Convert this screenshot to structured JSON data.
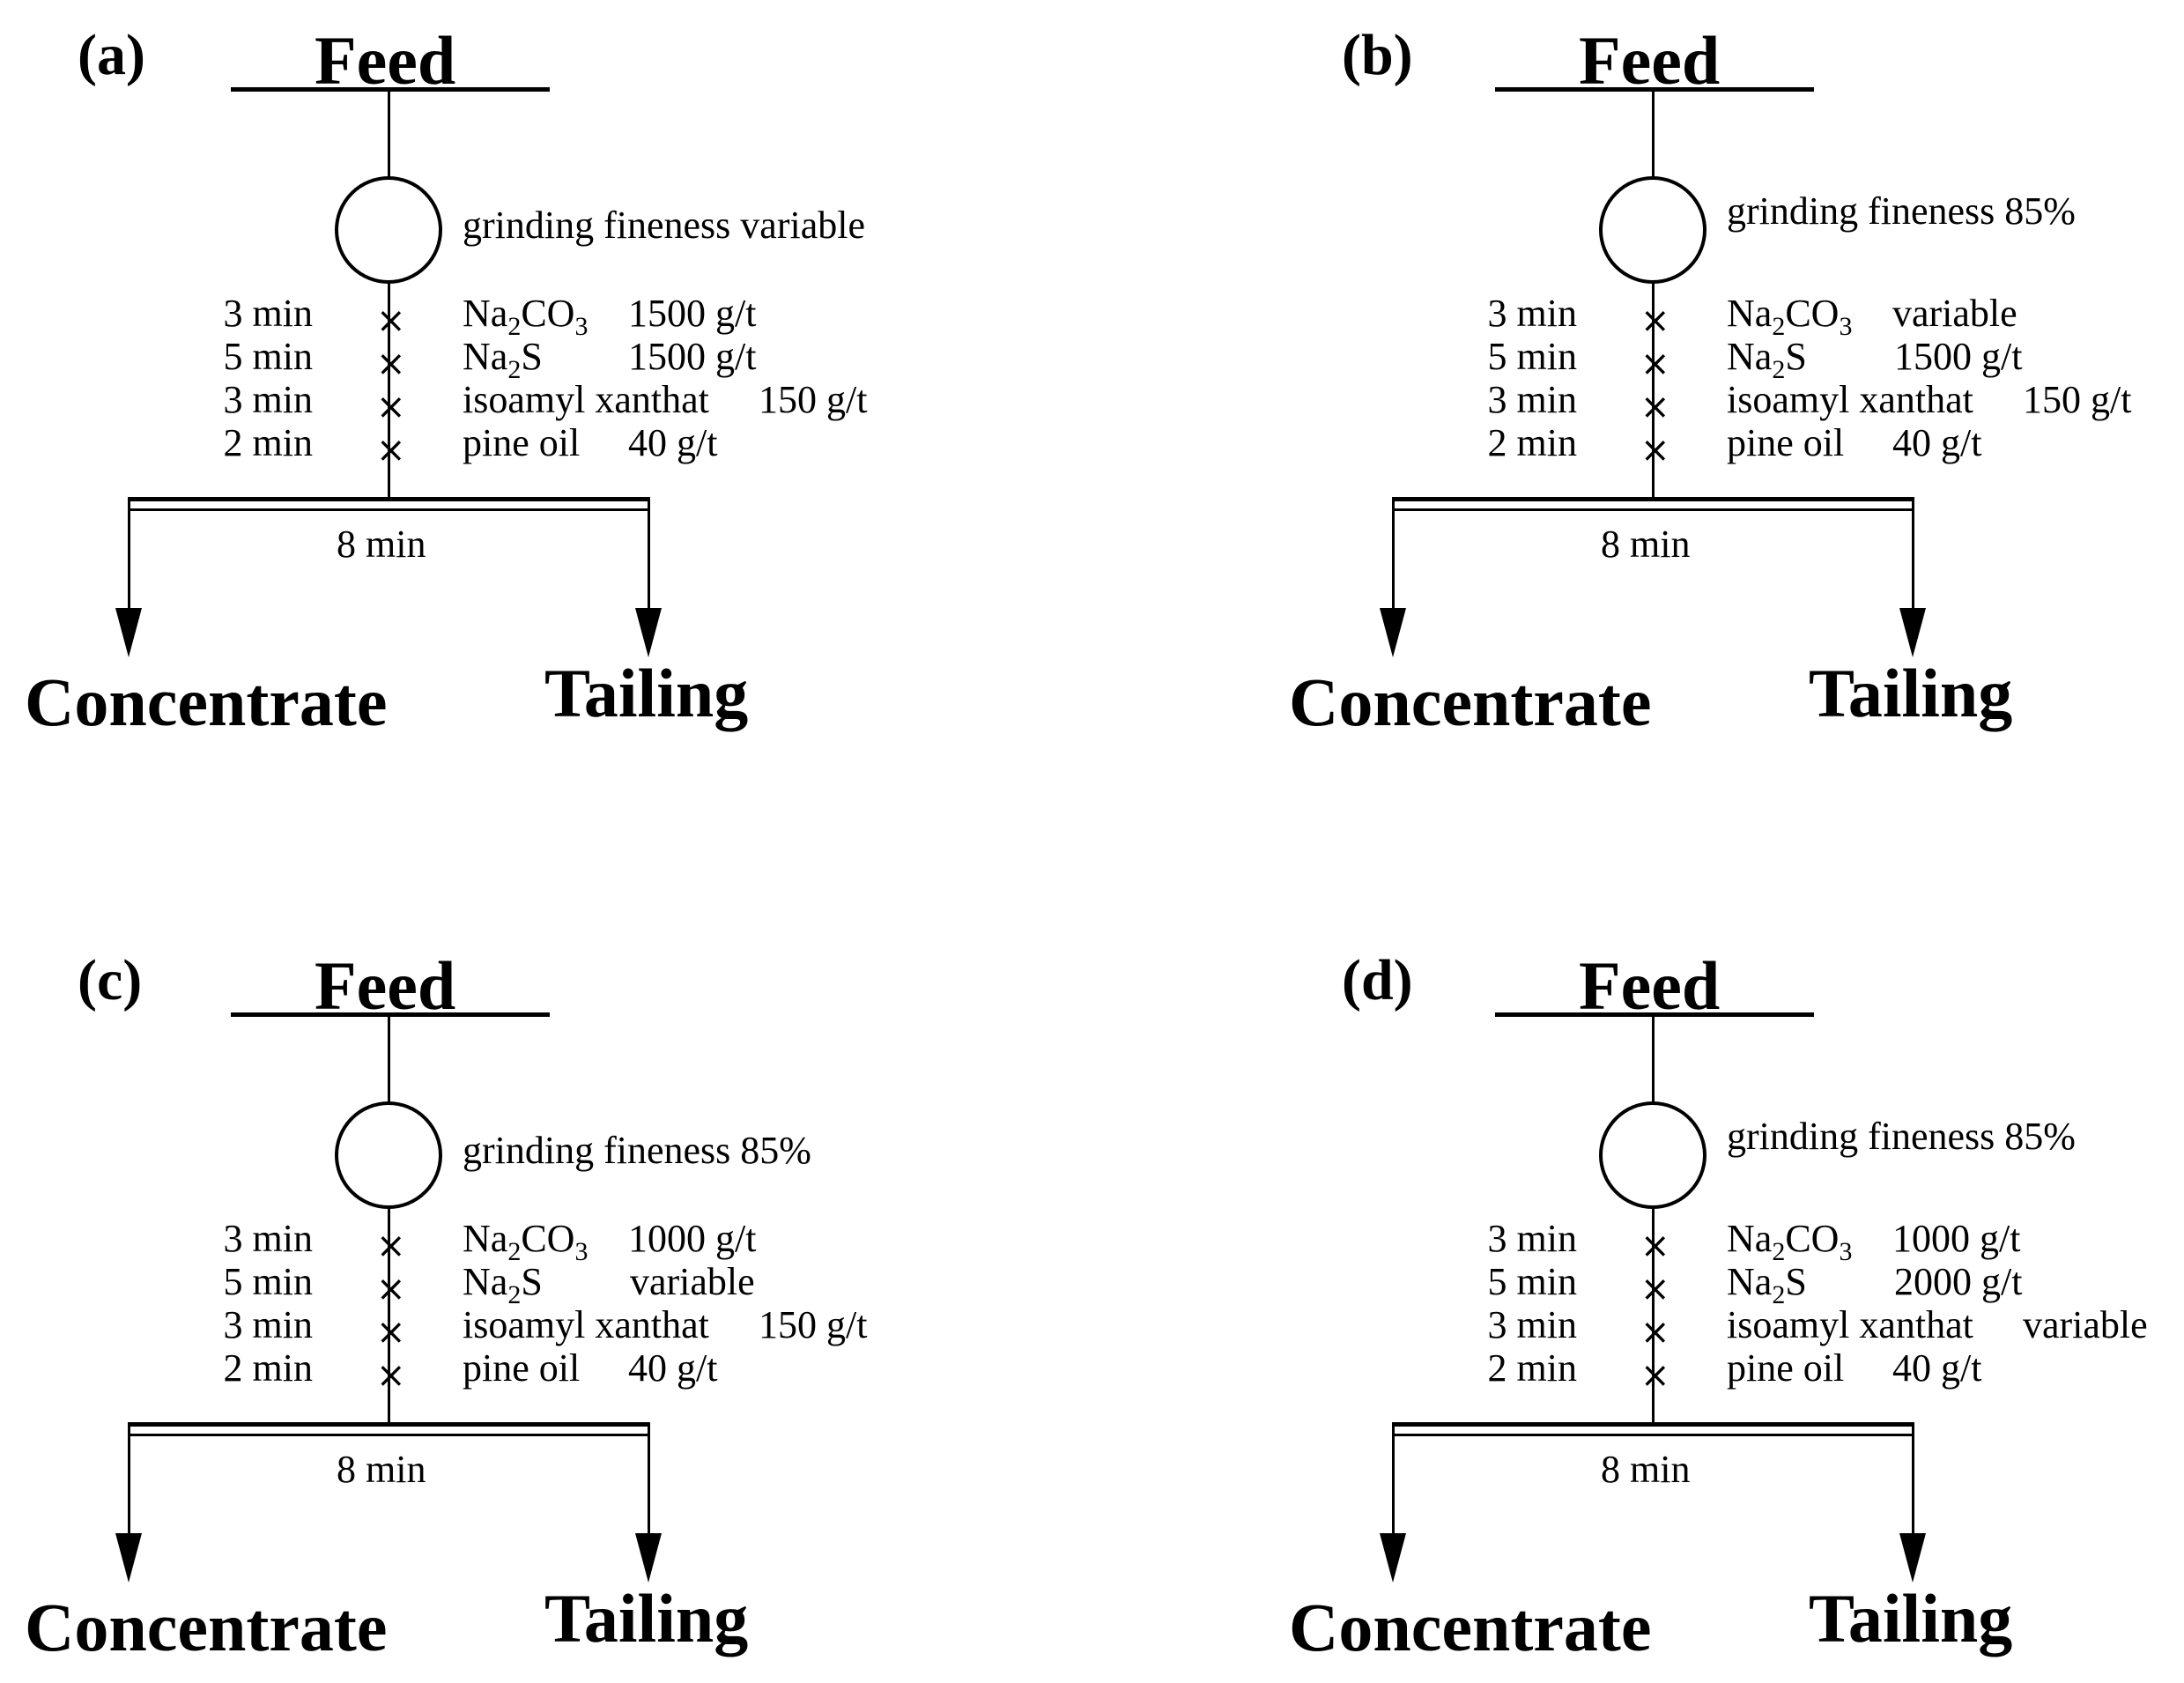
{
  "panels": [
    {
      "label": "(a)",
      "feed": "Feed",
      "grinding": "grinding fineness variable",
      "steps": [
        {
          "time": "3 min",
          "reagent": "Na2CO3",
          "dose": "1500 g/t"
        },
        {
          "time": "5 min",
          "reagent": "Na2S",
          "dose": "1500 g/t"
        },
        {
          "time": "3 min",
          "reagent": "isoamyl xanthat",
          "dose": "150 g/t"
        },
        {
          "time": "2 min",
          "reagent": "pine oil",
          "dose": "40 g/t"
        }
      ],
      "flotation_time": "8 min",
      "concentrate": "Concentrate",
      "tailing": "Tailing"
    },
    {
      "label": "(b)",
      "feed": "Feed",
      "grinding": "grinding fineness 85%",
      "steps": [
        {
          "time": "3 min",
          "reagent": "Na2CO3",
          "dose": "variable"
        },
        {
          "time": "5 min",
          "reagent": "Na2S",
          "dose": "1500 g/t"
        },
        {
          "time": "3 min",
          "reagent": "isoamyl xanthat",
          "dose": "150 g/t"
        },
        {
          "time": "2 min",
          "reagent": "pine oil",
          "dose": "40 g/t"
        }
      ],
      "flotation_time": "8 min",
      "concentrate": "Concentrate",
      "tailing": "Tailing"
    },
    {
      "label": "(c)",
      "feed": "Feed",
      "grinding": "grinding fineness 85%",
      "steps": [
        {
          "time": "3 min",
          "reagent": "Na2CO3",
          "dose": "1000 g/t"
        },
        {
          "time": "5 min",
          "reagent": "Na2S",
          "dose": "variable"
        },
        {
          "time": "3 min",
          "reagent": "isoamyl xanthat",
          "dose": "150 g/t"
        },
        {
          "time": "2 min",
          "reagent": "pine oil",
          "dose": "40 g/t"
        }
      ],
      "flotation_time": "8 min",
      "concentrate": "Concentrate",
      "tailing": "Tailing"
    },
    {
      "label": "(d)",
      "feed": "Feed",
      "grinding": "grinding fineness 85%",
      "steps": [
        {
          "time": "3 min",
          "reagent": "Na2CO3",
          "dose": "1000 g/t"
        },
        {
          "time": "5 min",
          "reagent": "Na2S",
          "dose": "2000 g/t"
        },
        {
          "time": "3 min",
          "reagent": "isoamyl xanthat",
          "dose": "variable"
        },
        {
          "time": "2 min",
          "reagent": "pine oil",
          "dose": "40 g/t"
        }
      ],
      "flotation_time": "8 min",
      "concentrate": "Concentrate",
      "tailing": "Tailing"
    }
  ]
}
